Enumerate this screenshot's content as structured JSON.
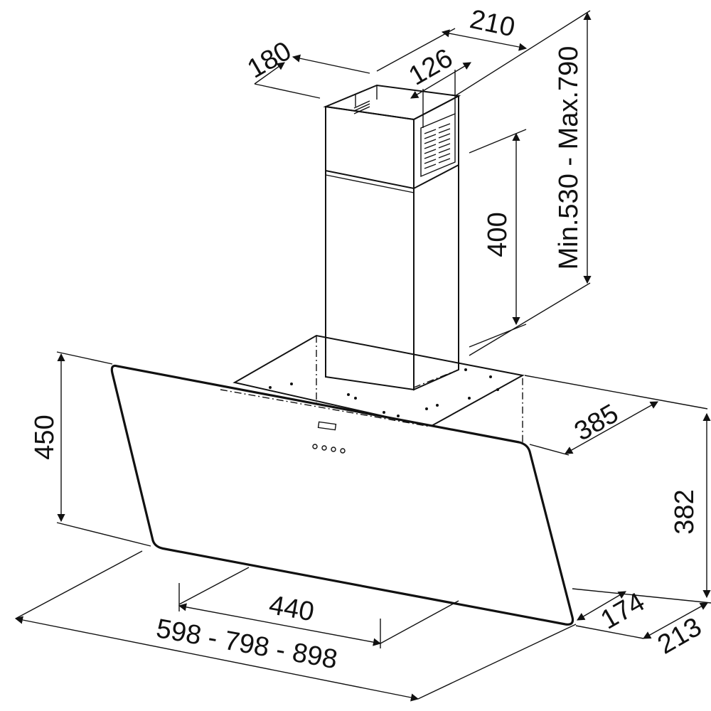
{
  "dimensions": {
    "chimney_depth": "180",
    "chimney_width": "210",
    "vent_width": "126",
    "chimney_height": "Min.530 - Max.790",
    "upper_chimney_height": "400",
    "glass_height": "450",
    "body_depth": "385",
    "body_height": "382",
    "body_width": "440",
    "hood_widths": "598 - 798 - 898",
    "bottom_depth": "174",
    "total_depth": "213"
  },
  "parts": {
    "chimney": "chimney",
    "vent_grille": "vent-grille",
    "glass_panel": "glass-panel",
    "motor_body": "motor-body",
    "control_buttons": 4
  }
}
